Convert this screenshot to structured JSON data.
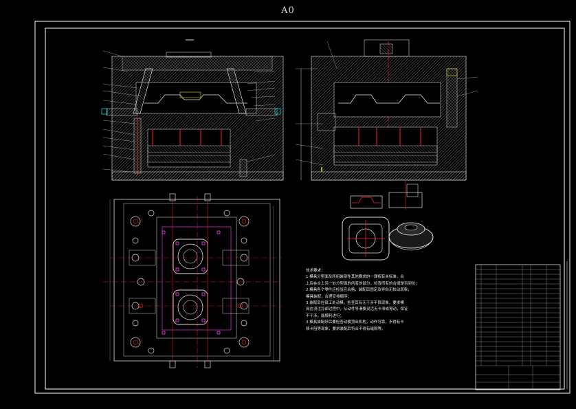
{
  "sheet": {
    "size_label": "A0"
  },
  "notes": {
    "heading": "技术要求：",
    "lines": [
      "1.模具分型面及所组装部件其他要求的一律按有关标准，合",
      "上后在合上另一处分型面的所有的部分，检查所有的合缝是否到位；",
      "2.模具各个零件应检验应合格，装配后固定及导向无松动现象，",
      "模具装配，合理安排顺序；",
      "3.装配后在钳工处动模，检查其有无干涉不良现象，要求模",
      "具在浇注冷却过程中，从动件导滑要灵活无卡滞或晃动，保证",
      "不干涉，能顺利进行；",
      "4.模具装配好后要检查动模顶出机构，动作可靠，不得有卡",
      "顿卡阻等现象，要求装配后符合不得有缝隙等。"
    ]
  },
  "colors": {
    "background": "#000000",
    "frame": "#ffffff",
    "hatch": "#9a9a9a",
    "red": "#ff2020",
    "magenta": "#ff40ff",
    "cyan": "#00e0e0",
    "yellow": "#e0e000"
  }
}
